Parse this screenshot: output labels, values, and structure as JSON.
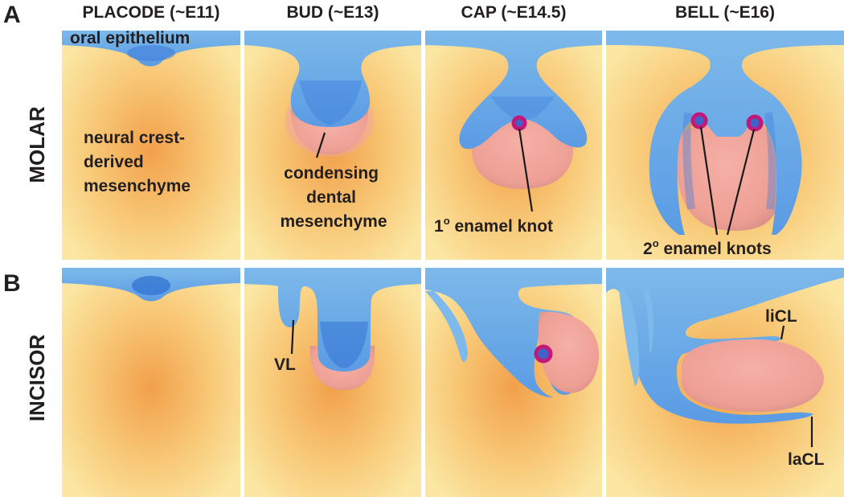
{
  "panels": [
    {
      "letter": "A",
      "row_label": "MOLAR"
    },
    {
      "letter": "B",
      "row_label": "INCISOR"
    }
  ],
  "stages": [
    {
      "label": "PLACODE (~E11)"
    },
    {
      "label": "BUD (~E13)"
    },
    {
      "label": "CAP (~E14.5)"
    },
    {
      "label": "BELL (~E16)"
    }
  ],
  "annotations": {
    "oral_epithelium": "oral epithelium",
    "neural_crest_mesenchyme": [
      "neural crest-",
      "derived",
      "mesenchyme"
    ],
    "condensing_mesenchyme": [
      "condensing",
      "dental",
      "mesenchyme"
    ],
    "primary_knot": {
      "base": "1",
      "sup": "o",
      "rest": " enamel knot"
    },
    "secondary_knots": {
      "base": "2",
      "sup": "o",
      "rest": " enamel knots"
    },
    "vl": "VL",
    "licl": "liCL",
    "lacl": "laCL"
  },
  "colors": {
    "epithelium_light": "#7db9ea",
    "epithelium_dark": "#2e6fd2",
    "mesenchyme_light": "#fbe7a3",
    "mesenchyme_dark": "#f2a04a",
    "dental_mesenchyme": "#f0a7a0",
    "enamel_knot_ring": "#c2187a",
    "enamel_knot_core": "#3f63c9"
  }
}
